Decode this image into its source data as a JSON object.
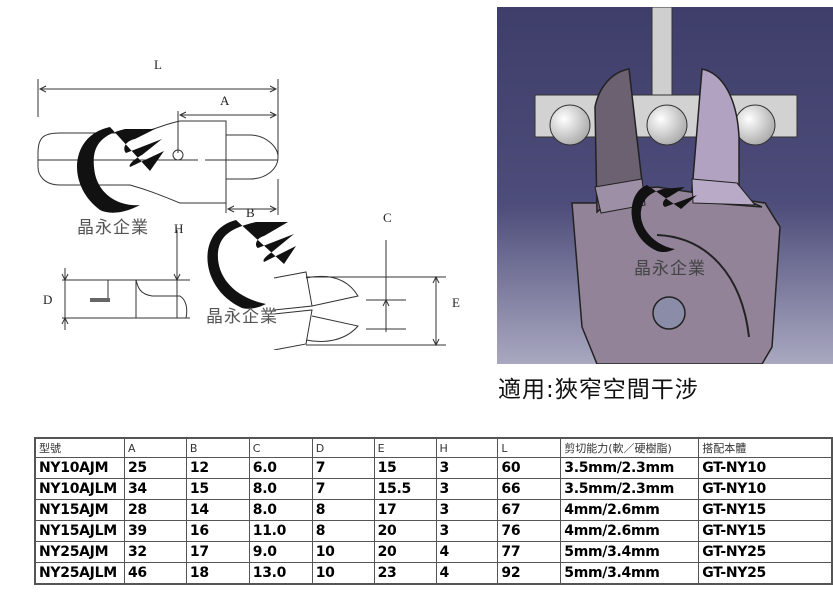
{
  "drawings": {
    "top_view": {
      "labels": {
        "L": "L",
        "A": "A",
        "B": "B"
      },
      "watermark": "晶永企業"
    },
    "side_view": {
      "labels": {
        "H": "H",
        "D": "D"
      }
    },
    "front_view": {
      "labels": {
        "C": "C",
        "E": "E"
      },
      "watermark": "晶永企業"
    }
  },
  "photo": {
    "watermark": "晶永企業",
    "colors": {
      "background_top": "#3f3e6a",
      "background_bottom": "#a9a8c0",
      "blade_dark": "#6c6171",
      "blade_light": "#b2a2c2",
      "body": "#928398",
      "bar": "#d0d0d0"
    }
  },
  "caption": "適用:狹窄空間干涉",
  "table": {
    "headers": [
      "型號",
      "A",
      "B",
      "C",
      "D",
      "E",
      "H",
      "L",
      "剪切能力(軟／硬樹脂)",
      "搭配本體"
    ],
    "rows": [
      [
        "NY10AJM",
        "25",
        "12",
        "6.0",
        "7",
        "15",
        "3",
        "60",
        "3.5mm/2.3mm",
        "GT-NY10"
      ],
      [
        "NY10AJLM",
        "34",
        "15",
        "8.0",
        "7",
        "15.5",
        "3",
        "66",
        "3.5mm/2.3mm",
        "GT-NY10"
      ],
      [
        "NY15AJM",
        "28",
        "14",
        "8.0",
        "8",
        "17",
        "3",
        "67",
        "4mm/2.6mm",
        "GT-NY15"
      ],
      [
        "NY15AJLM",
        "39",
        "16",
        "11.0",
        "8",
        "20",
        "3",
        "76",
        "4mm/2.6mm",
        "GT-NY15"
      ],
      [
        "NY25AJM",
        "32",
        "17",
        "9.0",
        "10",
        "20",
        "4",
        "77",
        "5mm/3.4mm",
        "GT-NY25"
      ],
      [
        "NY25AJLM",
        "46",
        "18",
        "13.0",
        "10",
        "23",
        "4",
        "92",
        "5mm/3.4mm",
        "GT-NY25"
      ]
    ]
  }
}
